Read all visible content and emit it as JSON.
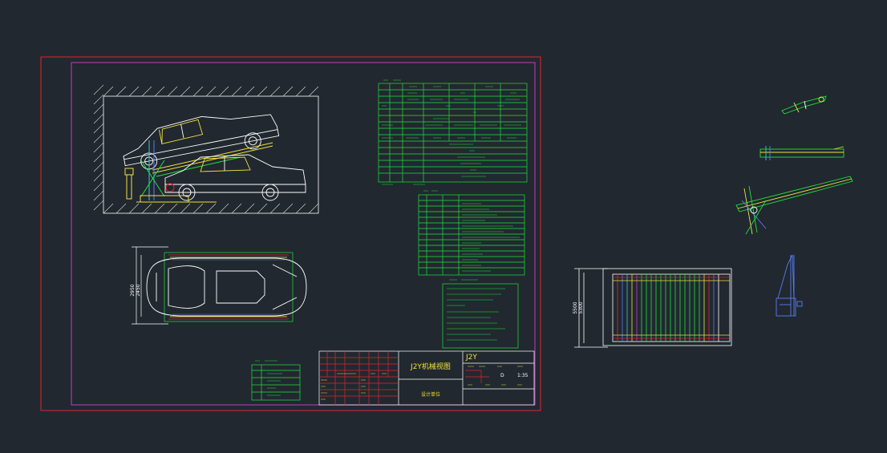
{
  "title_block": {
    "drawing_title": "J2Y机械视图",
    "drawing_code": "J2Y",
    "scale": "1:35",
    "stage": "D",
    "company": "设计单位"
  },
  "dimensions": {
    "top_view_outer": "2950",
    "top_view_inner": "2450",
    "right_view_outer": "5500",
    "right_view_inner": "5300"
  },
  "colors": {
    "background": "#212830",
    "frame": "#e0262b",
    "border": "#c23cc4",
    "line": "#1fe23a",
    "vehicle": "#ffffff",
    "highlight": "#f0e13a",
    "cyan": "#32c8d8",
    "blue": "#5a7cf0"
  }
}
